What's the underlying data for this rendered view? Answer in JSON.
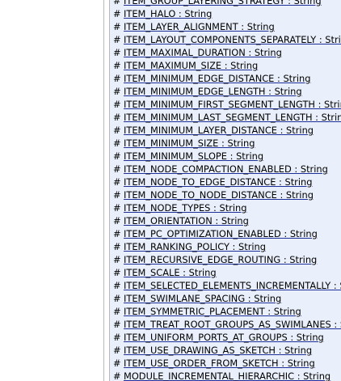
{
  "members": [
    "ITEM_GROUP_LAYERING_STRATEGY : String",
    "ITEM_HALO : String",
    "ITEM_LAYER_ALIGNMENT : String",
    "ITEM_LAYOUT_COMPONENTS_SEPARATELY : String",
    "ITEM_MAXIMAL_DURATION : String",
    "ITEM_MAXIMUM_SIZE : String",
    "ITEM_MINIMUM_EDGE_DISTANCE : String",
    "ITEM_MINIMUM_EDGE_LENGTH : String",
    "ITEM_MINIMUM_FIRST_SEGMENT_LENGTH : String",
    "ITEM_MINIMUM_LAST_SEGMENT_LENGTH : String",
    "ITEM_MINIMUM_LAYER_DISTANCE : String",
    "ITEM_MINIMUM_SIZE : String",
    "ITEM_MINIMUM_SLOPE : String",
    "ITEM_NODE_COMPACTION_ENABLED : String",
    "ITEM_NODE_TO_EDGE_DISTANCE : String",
    "ITEM_NODE_TO_NODE_DISTANCE : String",
    "ITEM_NODE_TYPES : String",
    "ITEM_ORIENTATION : String",
    "ITEM_PC_OPTIMIZATION_ENABLED : String",
    "ITEM_RANKING_POLICY : String",
    "ITEM_RECURSIVE_EDGE_ROUTING : String",
    "ITEM_SCALE : String",
    "ITEM_SELECTED_ELEMENTS_INCREMENTALLY : String",
    "ITEM_SWIMLANE_SPACING : String",
    "ITEM_SYMMETRIC_PLACEMENT : String",
    "ITEM_TREAT_ROOT_GROUPS_AS_SWIMLANES : String",
    "ITEM_UNIFORM_PORTS_AT_GROUPS : String",
    "ITEM_USE_DRAWING_AS_SKETCH : String",
    "ITEM_USE_ORDER_FROM_SKETCH : String",
    "MODULE_INCREMENTAL_HIERARCHIC : String"
  ],
  "colors": {
    "panel_background": "#eaf0fb",
    "border": "#b8b8b8",
    "link_underline": "#1f2f9a"
  }
}
